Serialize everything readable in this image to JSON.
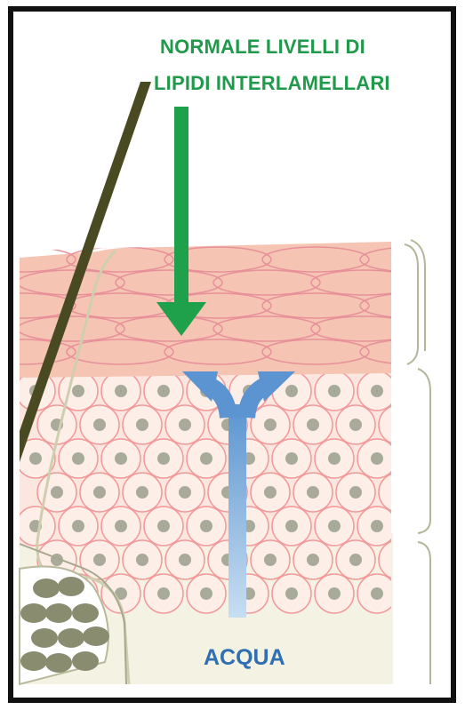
{
  "annotation": {
    "lines": [
      "NORMALE LIVELLI DI",
      "LIPIDI INTERLAMELLARI"
    ]
  },
  "water_label": "ACQUA",
  "colors": {
    "frame": "#111111",
    "background": "#ffffff",
    "stratum_corneum": "#f5c4b3",
    "corneocyte_outline": "#e8909a",
    "epidermis_bg": "#fbe7df",
    "cell_outline": "#f09a9a",
    "nucleus": "#a8aa9a",
    "hair_shaft": "#4a4a22",
    "sebaceous_gland": "#8a8c70",
    "lipid_arrow": "#1fa04a",
    "water_arrow": "#5b9bd5",
    "label_green": "#1f9a4a",
    "label_blue": "#2f6fb2"
  }
}
